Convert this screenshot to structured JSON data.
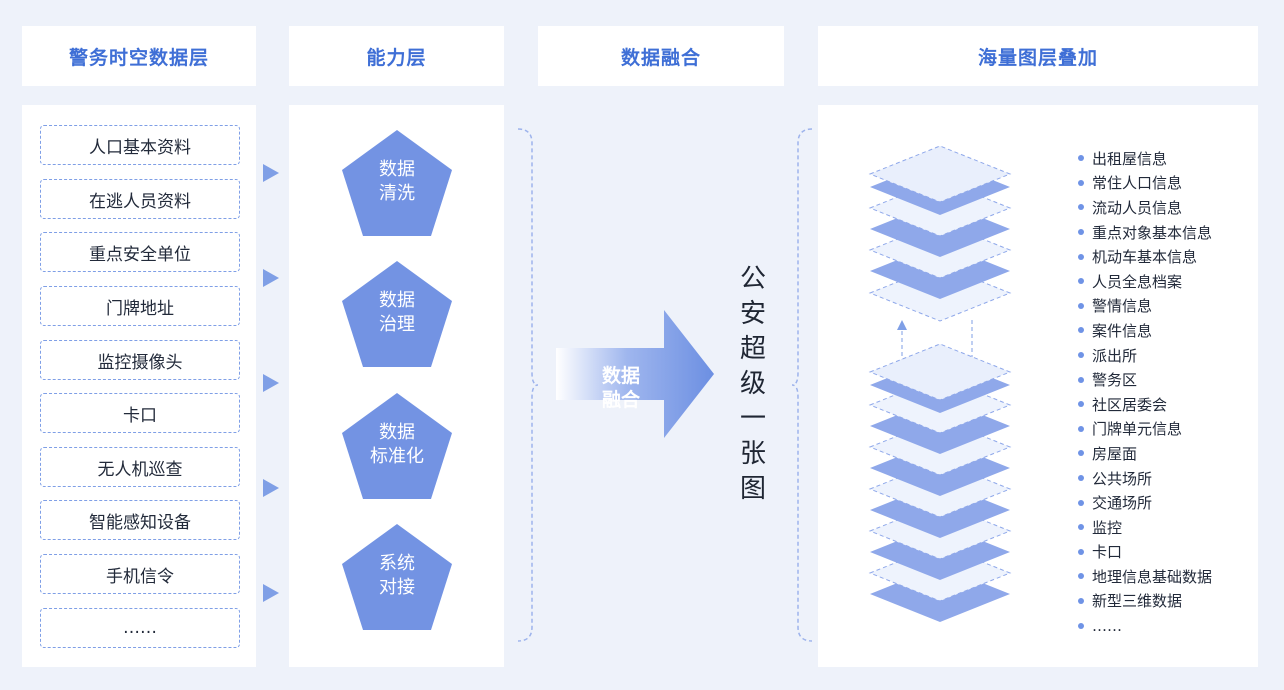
{
  "headers": {
    "source_layer": "警务时空数据层",
    "capability_layer": "能力层",
    "data_fusion": "数据融合",
    "layer_overlay": "海量图层叠加"
  },
  "source_items": [
    "人口基本资料",
    "在逃人员资料",
    "重点安全单位",
    "门牌地址",
    "监控摄像头",
    "卡口",
    "无人机巡查",
    "智能感知设备",
    "手机信令",
    "……"
  ],
  "capabilities": [
    "数据\n清洗",
    "数据\n治理",
    "数据\n标准化",
    "系统\n对接"
  ],
  "fusion_arrow_label": "数据\n融合",
  "result_title": "公\n安\n超\n级\n一\n张\n图",
  "layers": [
    "出租屋信息",
    "常住人口信息",
    "流动人员信息",
    "重点对象基本信息",
    "机动车基本信息",
    "人员全息档案",
    "警情信息",
    "案件信息",
    "派出所",
    "警务区",
    "社区居委会",
    "门牌单元信息",
    "房屋面",
    "公共场所",
    "交通场所",
    "监控",
    "卡口",
    "地理信息基础数据",
    "新型三维数据",
    "……"
  ],
  "colors": {
    "accent": "#3f6fd6",
    "background": "#eef2fa",
    "shape_fill": "#7393e3",
    "layer_solid": "#8fa8ea",
    "layer_light": "#e9effc",
    "dashed_border": "#7f9fe6"
  }
}
